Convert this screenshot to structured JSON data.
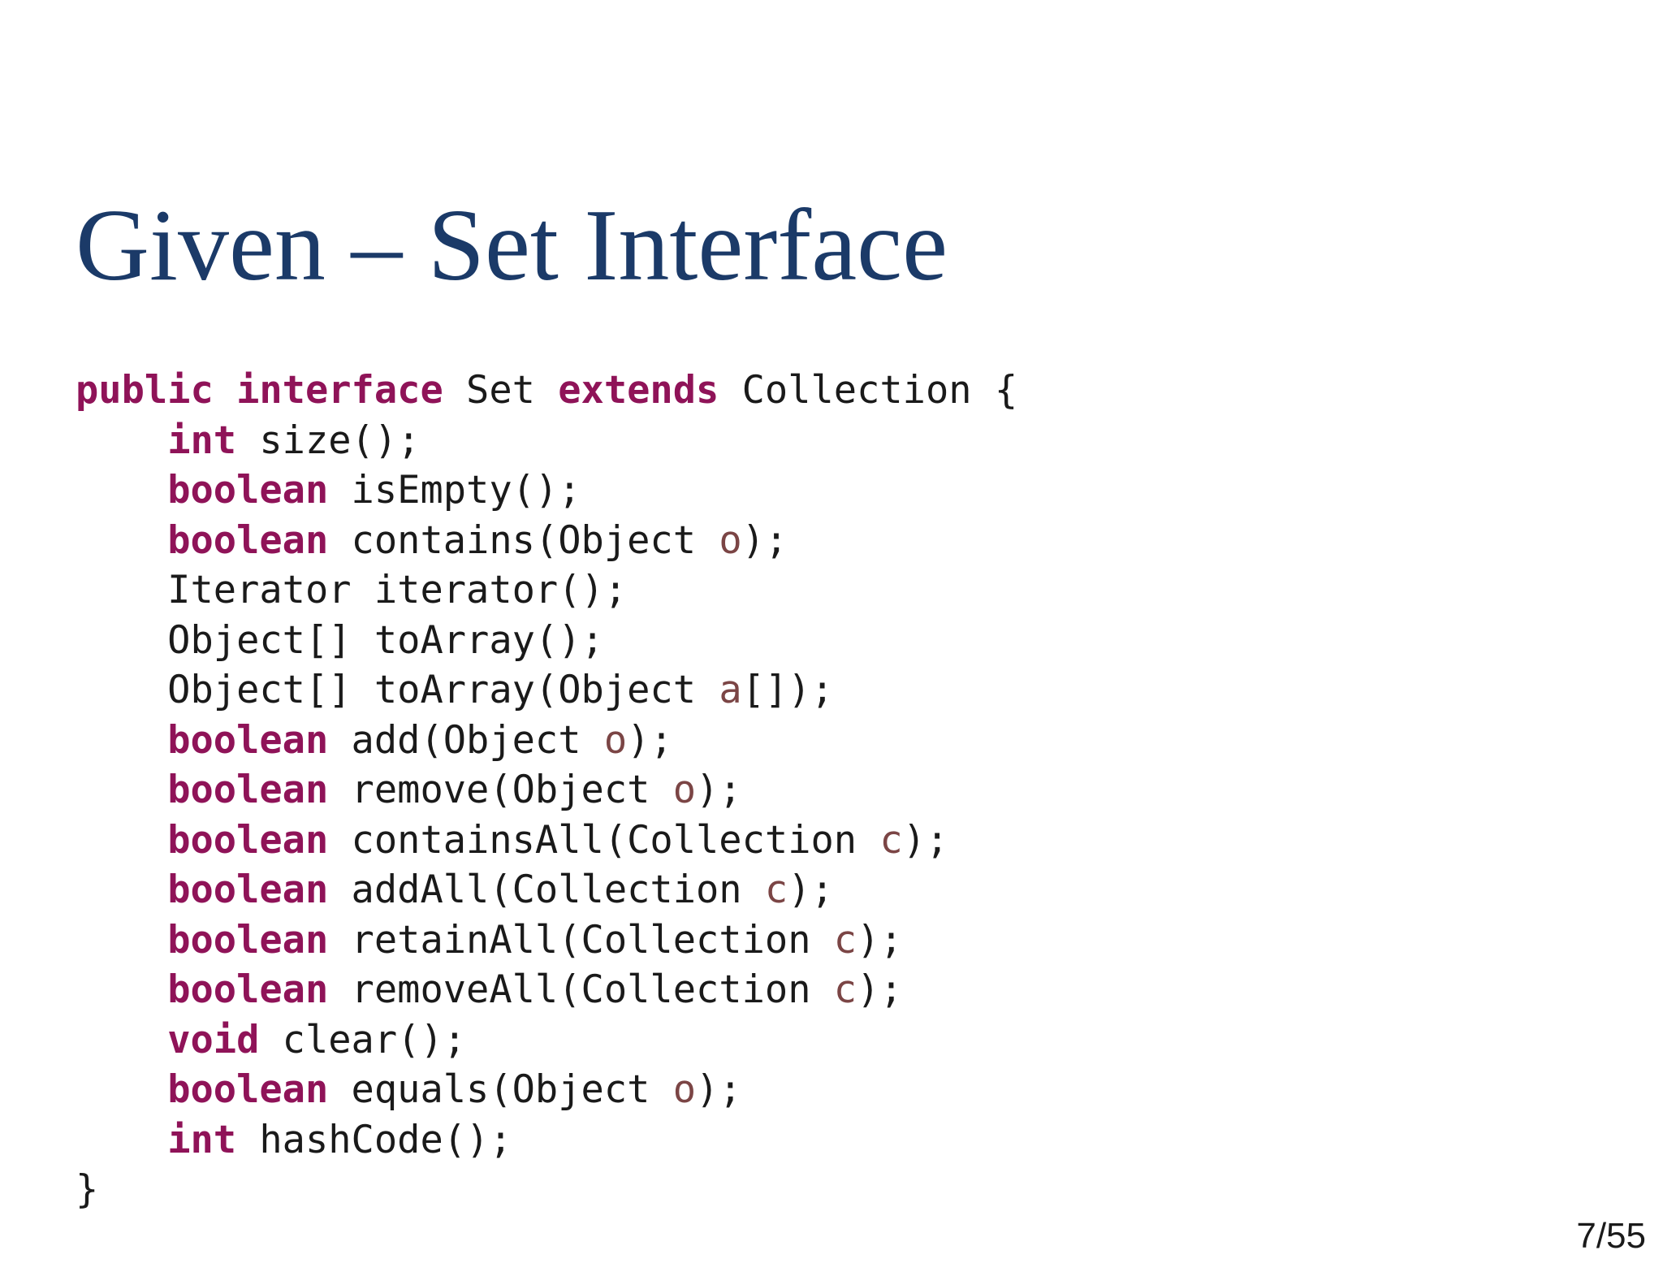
{
  "title": {
    "text": "Given – Set Interface",
    "color": "#1b3a68"
  },
  "code": {
    "language": "java",
    "colors": {
      "keyword": "#8f1358",
      "plain": "#1a1a1a",
      "param": "#7b4545"
    },
    "lines": [
      [
        [
          "kw",
          "public interface"
        ],
        [
          "pl",
          " Set "
        ],
        [
          "kw",
          "extends"
        ],
        [
          "pl",
          " Collection {"
        ]
      ],
      [
        [
          "pl",
          "    "
        ],
        [
          "kw",
          "int"
        ],
        [
          "pl",
          " size();"
        ]
      ],
      [
        [
          "pl",
          "    "
        ],
        [
          "kw",
          "boolean"
        ],
        [
          "pl",
          " isEmpty();"
        ]
      ],
      [
        [
          "pl",
          "    "
        ],
        [
          "kw",
          "boolean"
        ],
        [
          "pl",
          " contains(Object "
        ],
        [
          "pr",
          "o"
        ],
        [
          "pl",
          ");"
        ]
      ],
      [
        [
          "pl",
          "    Iterator iterator();"
        ]
      ],
      [
        [
          "pl",
          "    Object[] toArray();"
        ]
      ],
      [
        [
          "pl",
          "    Object[] toArray(Object "
        ],
        [
          "pr",
          "a"
        ],
        [
          "pl",
          "[]);"
        ]
      ],
      [
        [
          "pl",
          "    "
        ],
        [
          "kw",
          "boolean"
        ],
        [
          "pl",
          " add(Object "
        ],
        [
          "pr",
          "o"
        ],
        [
          "pl",
          ");"
        ]
      ],
      [
        [
          "pl",
          "    "
        ],
        [
          "kw",
          "boolean"
        ],
        [
          "pl",
          " remove(Object "
        ],
        [
          "pr",
          "o"
        ],
        [
          "pl",
          ");"
        ]
      ],
      [
        [
          "pl",
          "    "
        ],
        [
          "kw",
          "boolean"
        ],
        [
          "pl",
          " containsAll(Collection "
        ],
        [
          "pr",
          "c"
        ],
        [
          "pl",
          ");"
        ]
      ],
      [
        [
          "pl",
          "    "
        ],
        [
          "kw",
          "boolean"
        ],
        [
          "pl",
          " addAll(Collection "
        ],
        [
          "pr",
          "c"
        ],
        [
          "pl",
          ");"
        ]
      ],
      [
        [
          "pl",
          "    "
        ],
        [
          "kw",
          "boolean"
        ],
        [
          "pl",
          " retainAll(Collection "
        ],
        [
          "pr",
          "c"
        ],
        [
          "pl",
          ");"
        ]
      ],
      [
        [
          "pl",
          "    "
        ],
        [
          "kw",
          "boolean"
        ],
        [
          "pl",
          " removeAll(Collection "
        ],
        [
          "pr",
          "c"
        ],
        [
          "pl",
          ");"
        ]
      ],
      [
        [
          "pl",
          "    "
        ],
        [
          "kw",
          "void"
        ],
        [
          "pl",
          " clear();"
        ]
      ],
      [
        [
          "pl",
          "    "
        ],
        [
          "kw",
          "boolean"
        ],
        [
          "pl",
          " equals(Object "
        ],
        [
          "pr",
          "o"
        ],
        [
          "pl",
          ");"
        ]
      ],
      [
        [
          "pl",
          "    "
        ],
        [
          "kw",
          "int"
        ],
        [
          "pl",
          " hashCode();"
        ]
      ],
      [
        [
          "pl",
          "}"
        ]
      ]
    ]
  },
  "footer": {
    "page_indicator": "7/55"
  }
}
